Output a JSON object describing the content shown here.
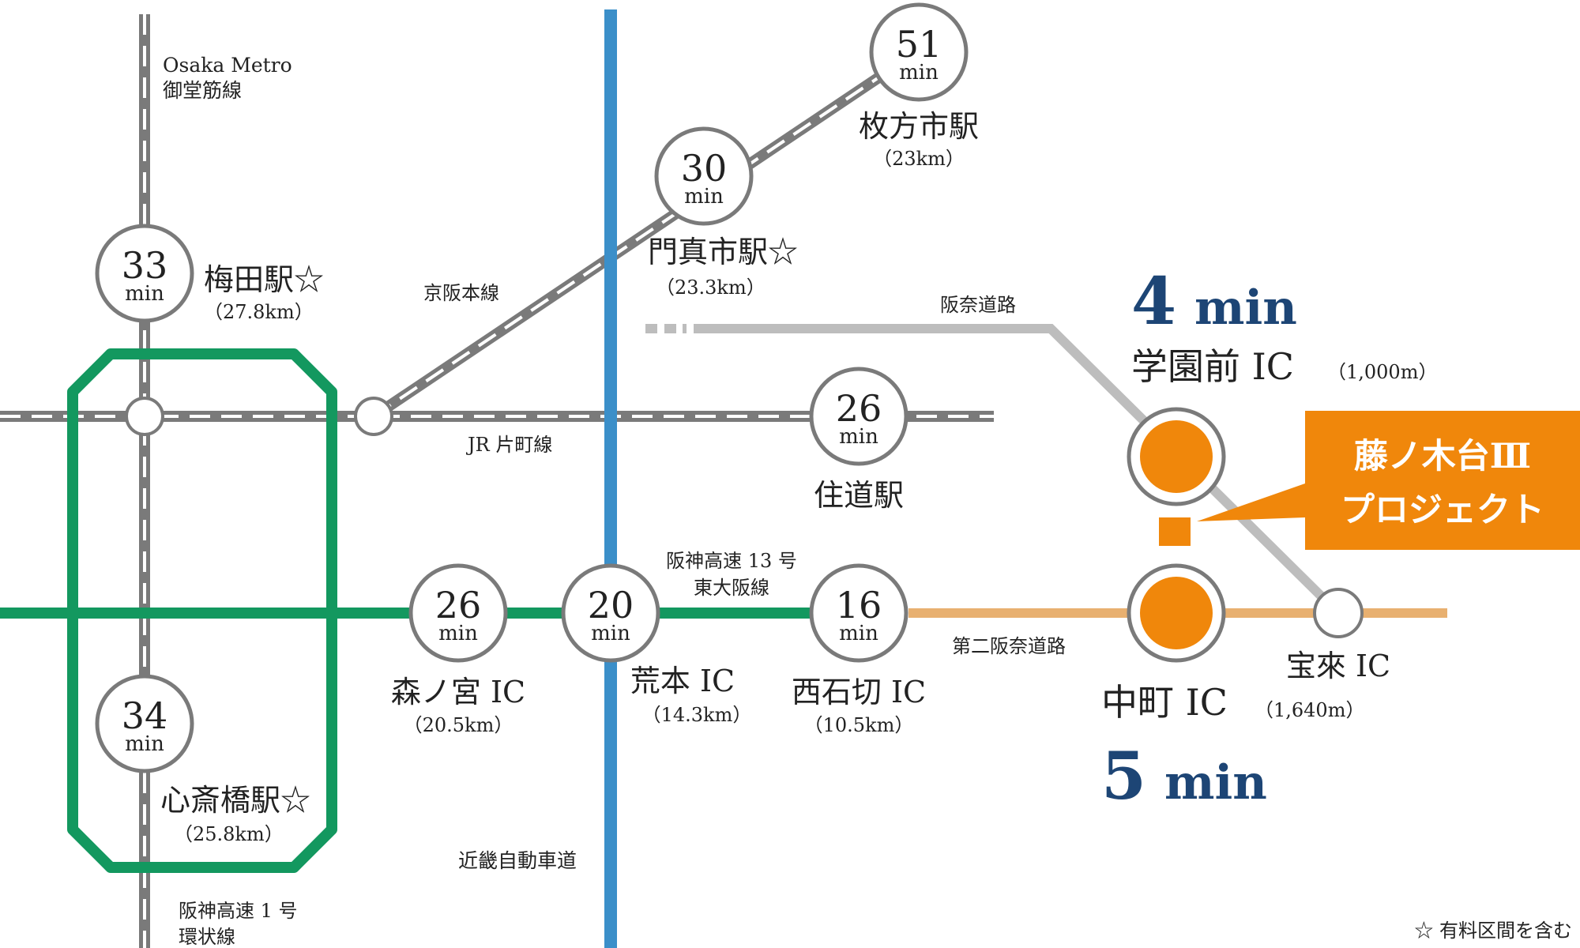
{
  "colors": {
    "midosuji": "#7a7a7a",
    "jr": "#7a7a7a",
    "keihan": "#7a7a7a",
    "hanshin_loop": "#13985f",
    "hanshin13": "#13985f",
    "kinki_expressway": "#3b8fc9",
    "hanna": "#bdbdbd",
    "daini_hanna": "#e8b070",
    "site": "#f0870b",
    "big_time": "#1d4575"
  },
  "lines": {
    "midosuji": [
      "Osaka Metro",
      "御堂筋線"
    ],
    "keihan": "京阪本線",
    "jr": "JR 片町線",
    "hanna": "阪奈道路",
    "hanshin13": [
      "阪神高速 13 号",
      "東大阪線"
    ],
    "daini_hanna": "第二阪奈道路",
    "kinki": "近畿自動車道",
    "hanshin1": [
      "阪神高速 1 号",
      "環状線"
    ]
  },
  "stations": {
    "umeda": {
      "time": "33",
      "unit": "min",
      "name": "梅田駅☆",
      "dist": "（27.8km）"
    },
    "shinsaibashi": {
      "time": "34",
      "unit": "min",
      "name": "心斎橋駅☆",
      "dist": "（25.8km）"
    },
    "hirakatashi": {
      "time": "51",
      "unit": "min",
      "name": "枚方市駅",
      "dist": "（23km）"
    },
    "kadomashi": {
      "time": "30",
      "unit": "min",
      "name": "門真市駅☆",
      "dist": "（23.3km）"
    },
    "sumimichi": {
      "time": "26",
      "unit": "min",
      "name": "住道駅"
    },
    "morinomiya": {
      "time": "26",
      "unit": "min",
      "name": "森ノ宮 IC",
      "dist": "（20.5km）"
    },
    "aramoto": {
      "time": "20",
      "unit": "min",
      "name": "荒本 IC",
      "dist": "（14.3km）"
    },
    "nishiishikiri": {
      "time": "16",
      "unit": "min",
      "name": "西石切 IC",
      "dist": "（10.5km）"
    },
    "gakuenmae": {
      "time": "4",
      "unit": "min",
      "name": "学園前 IC",
      "dist": "（1,000m）"
    },
    "nakamachi": {
      "time": "5",
      "unit": "min",
      "name": "中町 IC",
      "dist": "（1,640m）"
    },
    "hourai": {
      "name": "宝來 IC"
    }
  },
  "project": [
    "藤ノ木台Ⅲ",
    "プロジェクト"
  ],
  "note": "☆ 有料区間を含む"
}
